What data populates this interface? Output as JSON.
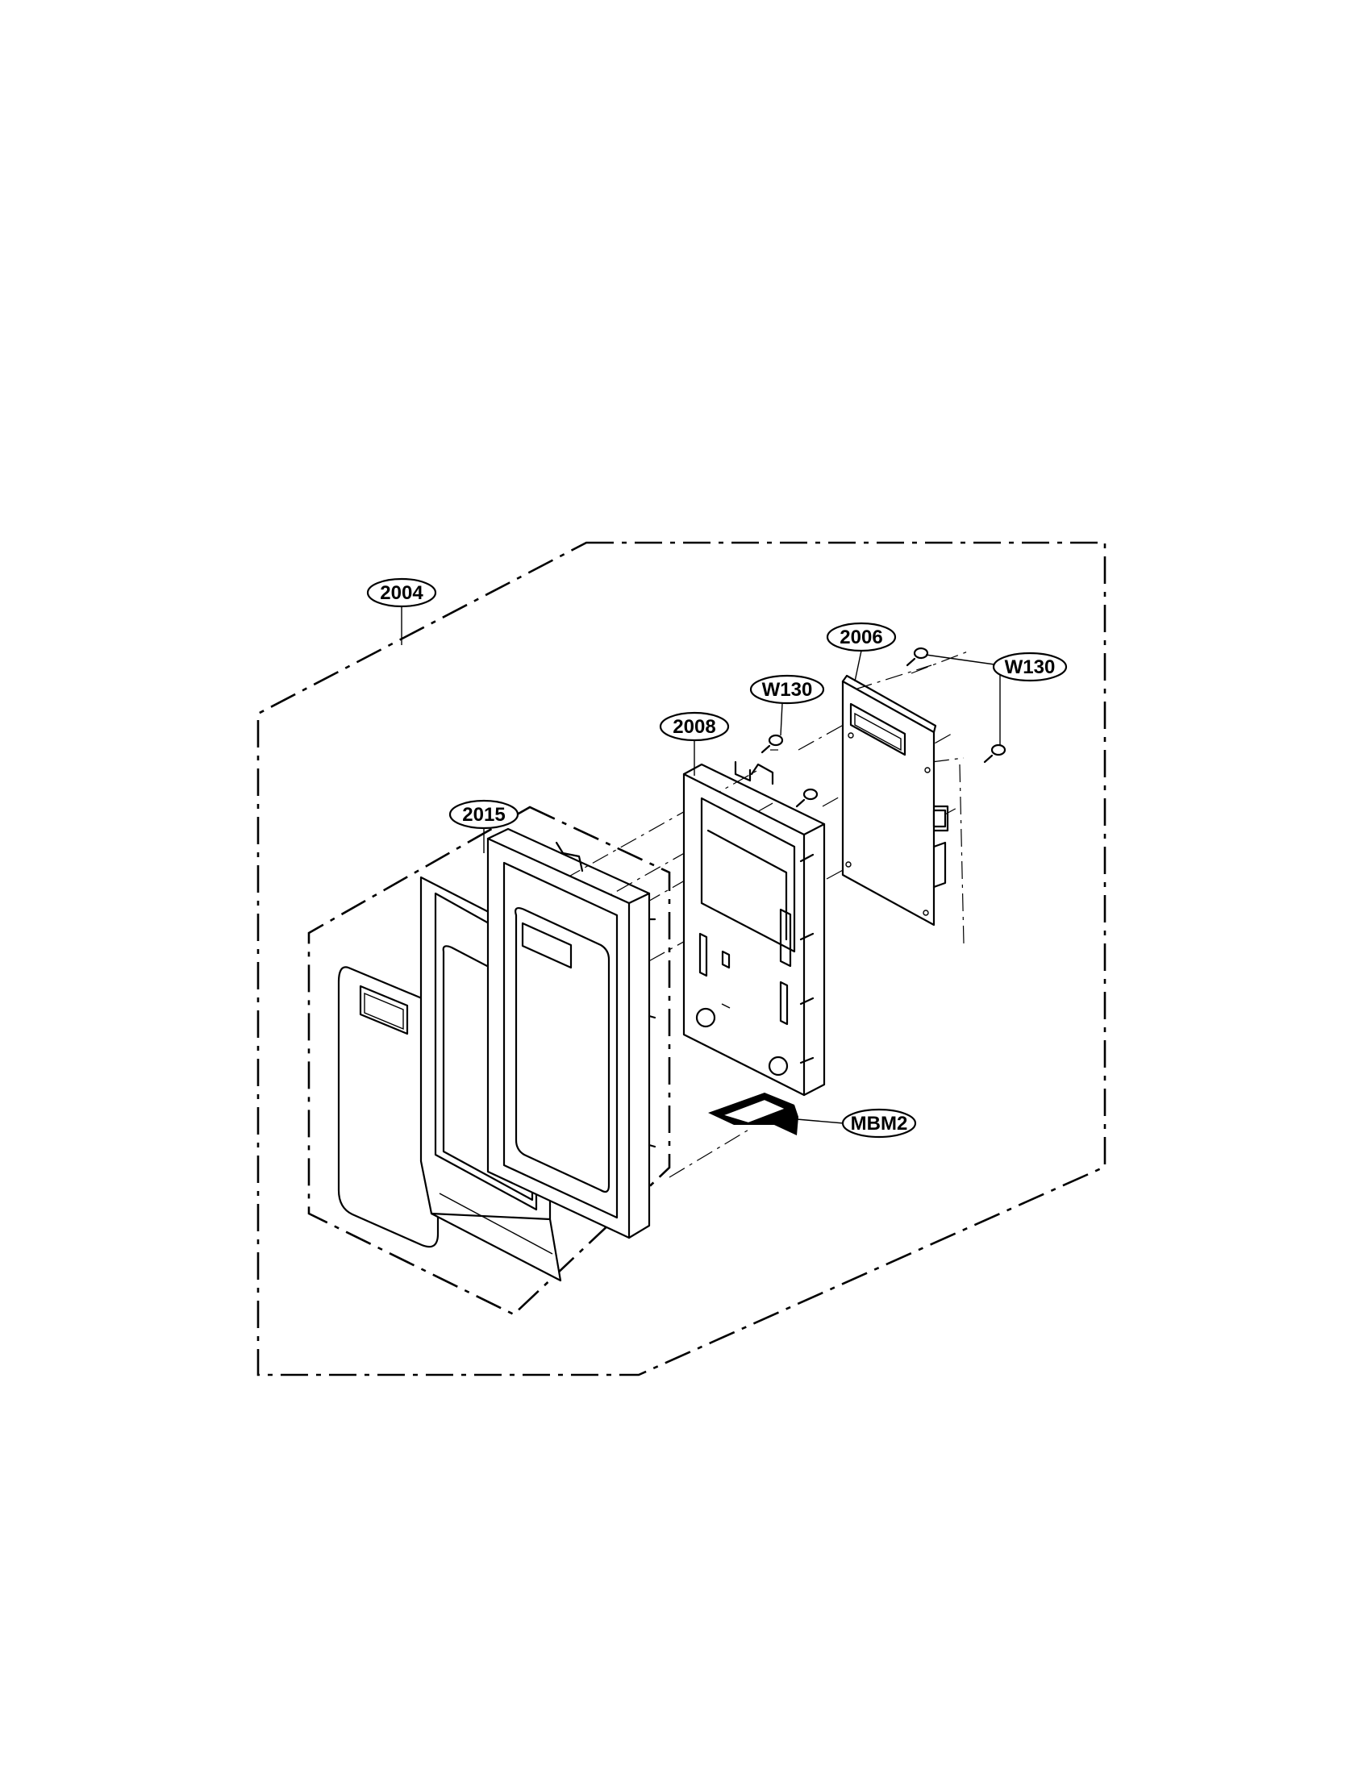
{
  "callouts": {
    "c2004": "2004",
    "c2006": "2006",
    "c2008": "2008",
    "c2015": "2015",
    "cW130a": "W130",
    "cW130b": "W130",
    "cMBM2": "MBM2"
  }
}
